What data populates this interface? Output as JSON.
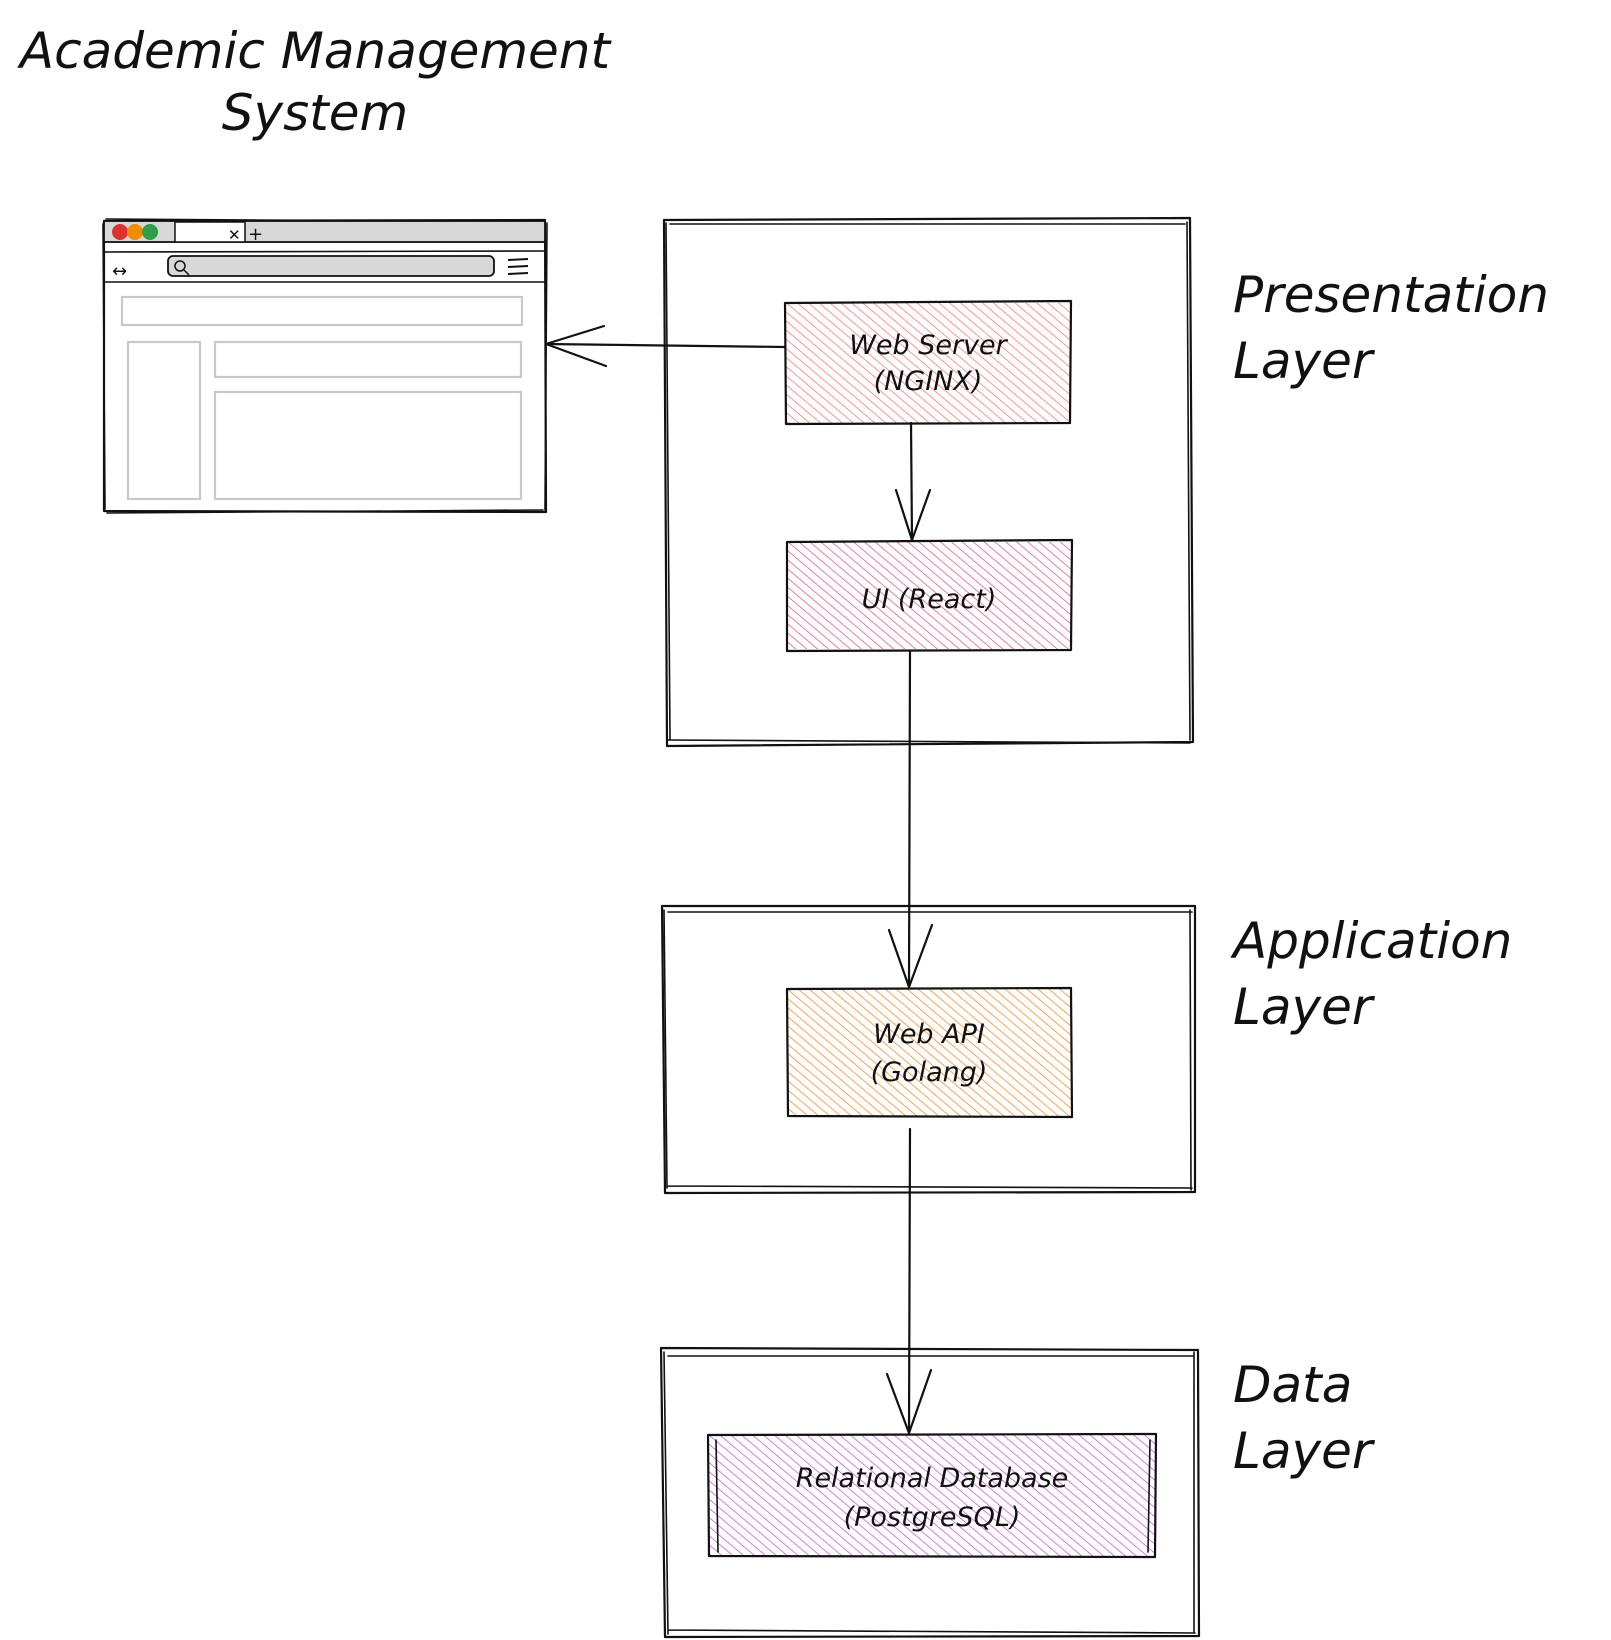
{
  "title": {
    "line1": "Academic Management",
    "line2": "System"
  },
  "browser_mock": {
    "icon": "browser-window-icon",
    "traffic_light_colors": [
      "#e03131",
      "#f08c00",
      "#2f9e44"
    ],
    "content_color": "#40c057"
  },
  "layers": [
    {
      "id": "presentation",
      "label_line1": "Presentation",
      "label_line2": "Layer"
    },
    {
      "id": "application",
      "label_line1": "Application",
      "label_line2": "Layer"
    },
    {
      "id": "data",
      "label_line1": "Data",
      "label_line2": "Layer"
    }
  ],
  "nodes": [
    {
      "id": "web-server",
      "line1": "Web Server",
      "line2": "(NGINX)",
      "color": "#ff6b6b"
    },
    {
      "id": "ui",
      "line1": "UI (React)",
      "line2": "",
      "color": "#e64980"
    },
    {
      "id": "web-api",
      "line1": "Web API",
      "line2": "(Golang)",
      "color": "#fd7e14"
    },
    {
      "id": "database",
      "line1": "Relational Database",
      "line2": "(PostgreSQL)",
      "color": "#be4bdb"
    }
  ],
  "edges": [
    {
      "from": "web-server",
      "to": "browser"
    },
    {
      "from": "web-server",
      "to": "ui"
    },
    {
      "from": "ui",
      "to": "web-api"
    },
    {
      "from": "web-api",
      "to": "database"
    }
  ]
}
